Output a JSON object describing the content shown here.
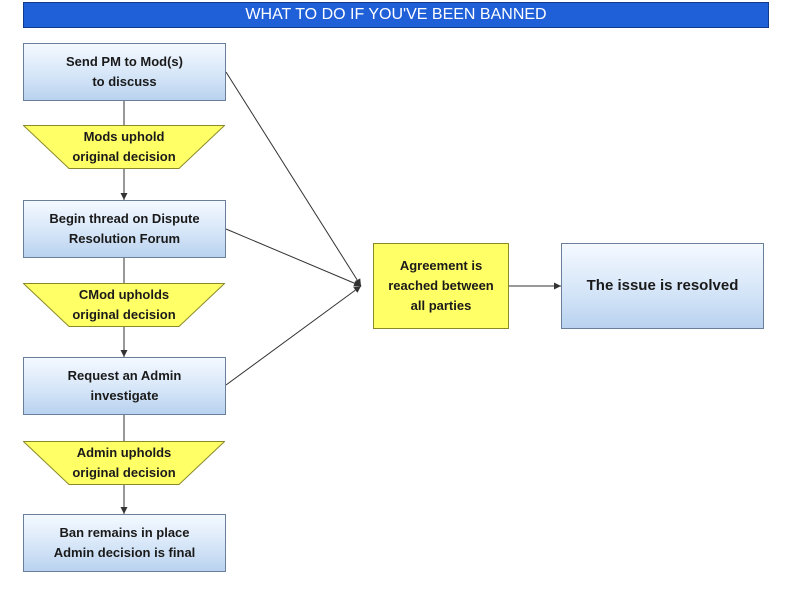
{
  "title": "WHAT TO DO IF YOU'VE BEEN BANNED",
  "steps": [
    {
      "line1": "Send PM to Mod(s)",
      "line2": "to discuss"
    },
    {
      "line1": "Begin thread on Dispute",
      "line2": "Resolution Forum"
    },
    {
      "line1": "Request an Admin",
      "line2": "investigate"
    },
    {
      "line1": "Ban remains in place",
      "line2": "Admin decision is final"
    }
  ],
  "decisions": [
    {
      "line1": "Mods uphold",
      "line2": "original decision"
    },
    {
      "line1": "CMod upholds",
      "line2": "original decision"
    },
    {
      "line1": "Admin upholds",
      "line2": "original decision"
    }
  ],
  "agreement": {
    "line1": "Agreement is",
    "line2": "reached between",
    "line3": "all parties"
  },
  "resolved": "The issue is resolved",
  "colors": {
    "title_bar": "#1f5fd8",
    "decision_fill": "#ffff66",
    "step_fill_top": "#f4f9ff",
    "step_fill_bottom": "#b9d2ef",
    "connector": "#333333"
  }
}
